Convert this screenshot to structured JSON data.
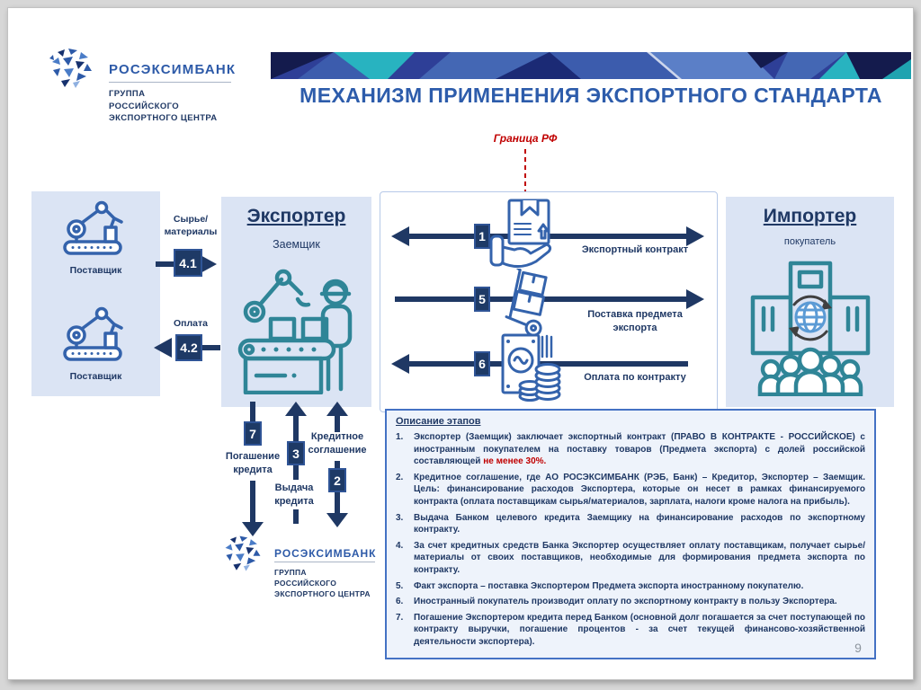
{
  "slide": {
    "page_number": "9"
  },
  "header": {
    "logo": {
      "brand": "РОСЭКСИМБАНК",
      "group_lines": [
        "ГРУППА",
        "РОССИЙСКОГО",
        "ЭКСПОРТНОГО ЦЕНТРА"
      ]
    },
    "title": "МЕХАНИЗМ ПРИМЕНЕНИЯ ЭКСПОРТНОГО СТАНДАРТА"
  },
  "diagram": {
    "border_label": "Граница РФ",
    "supplier_top": "Поставщик",
    "supplier_bottom": "Поставщик",
    "flow_41": {
      "num": "4.1",
      "label": "Сырье/ материалы"
    },
    "flow_42": {
      "num": "4.2",
      "label": "Оплата"
    },
    "exporter": {
      "title": "Экспортер",
      "subtitle": "Заемщик"
    },
    "importer": {
      "title": "Импортер",
      "subtitle": "покупатель"
    },
    "flow_1": {
      "num": "1",
      "label": "Экспортный контракт"
    },
    "flow_5": {
      "num": "5",
      "label": "Поставка предмета экспорта"
    },
    "flow_6": {
      "num": "6",
      "label": "Оплата по контракту"
    },
    "flow_7": {
      "num": "7",
      "label": "Погашение кредита"
    },
    "flow_3": {
      "num": "3",
      "label": "Выдача кредита"
    },
    "flow_2": {
      "num": "2",
      "label": "Кредитное соглашение"
    }
  },
  "footer_logo": {
    "brand": "РОСЭКСИМБАНК",
    "group_lines": [
      "ГРУППА",
      "РОССИЙСКОГО",
      "ЭКСПОРТНОГО ЦЕНТРА"
    ]
  },
  "stages": {
    "header": "Описание этапов",
    "items": [
      {
        "num": "1.",
        "text": "Экспортер (Заемщик) заключает экспортный контракт (ПРАВО В КОНТРАКТЕ - РОССИЙСКОЕ) с иностранным покупателем на поставку товаров (Предмета экспорта) с долей российской составляющей ",
        "highlight": "не менее 30%."
      },
      {
        "num": "2.",
        "text": "Кредитное соглашение, где АО РОСЭКСИМБАНК (РЭБ, Банк) – Кредитор, Экспортер – Заемщик. Цель: финансирование расходов Экспортера, которые он несет в рамках финансируемого контракта (оплата поставщикам сырья/материалов, зарплата, налоги кроме налога на прибыль)."
      },
      {
        "num": "3.",
        "text": "Выдача Банком целевого кредита Заемщику на финансирование расходов по экспортному контракту."
      },
      {
        "num": "4.",
        "text": "За счет кредитных средств Банка Экспортер осуществляет оплату поставщикам, получает сырье/материалы от своих поставщиков, необходимые для формирования предмета экспорта по контракту."
      },
      {
        "num": "5.",
        "text": "Факт экспорта – поставка Экспортером Предмета экспорта иностранному покупателю."
      },
      {
        "num": "6.",
        "text": "Иностранный покупатель производит оплату по экспортному контракту в пользу Экспортера."
      },
      {
        "num": "7.",
        "text": "Погашение Экспортером кредита перед Банком (основной долг погашается за счет поступающей по контракту выручки, погашение процентов - за счет текущей финансово-хозяйственной деятельности экспортера)."
      }
    ]
  },
  "colors": {
    "navy": "#1f3864",
    "accent_blue": "#2d5cab",
    "teal_icon": "#2f8597",
    "red": "#c00000",
    "light_box_fill": "#dbe4f4",
    "banner_teal": "#28b3c0",
    "banner_navy": "#141b4d"
  }
}
